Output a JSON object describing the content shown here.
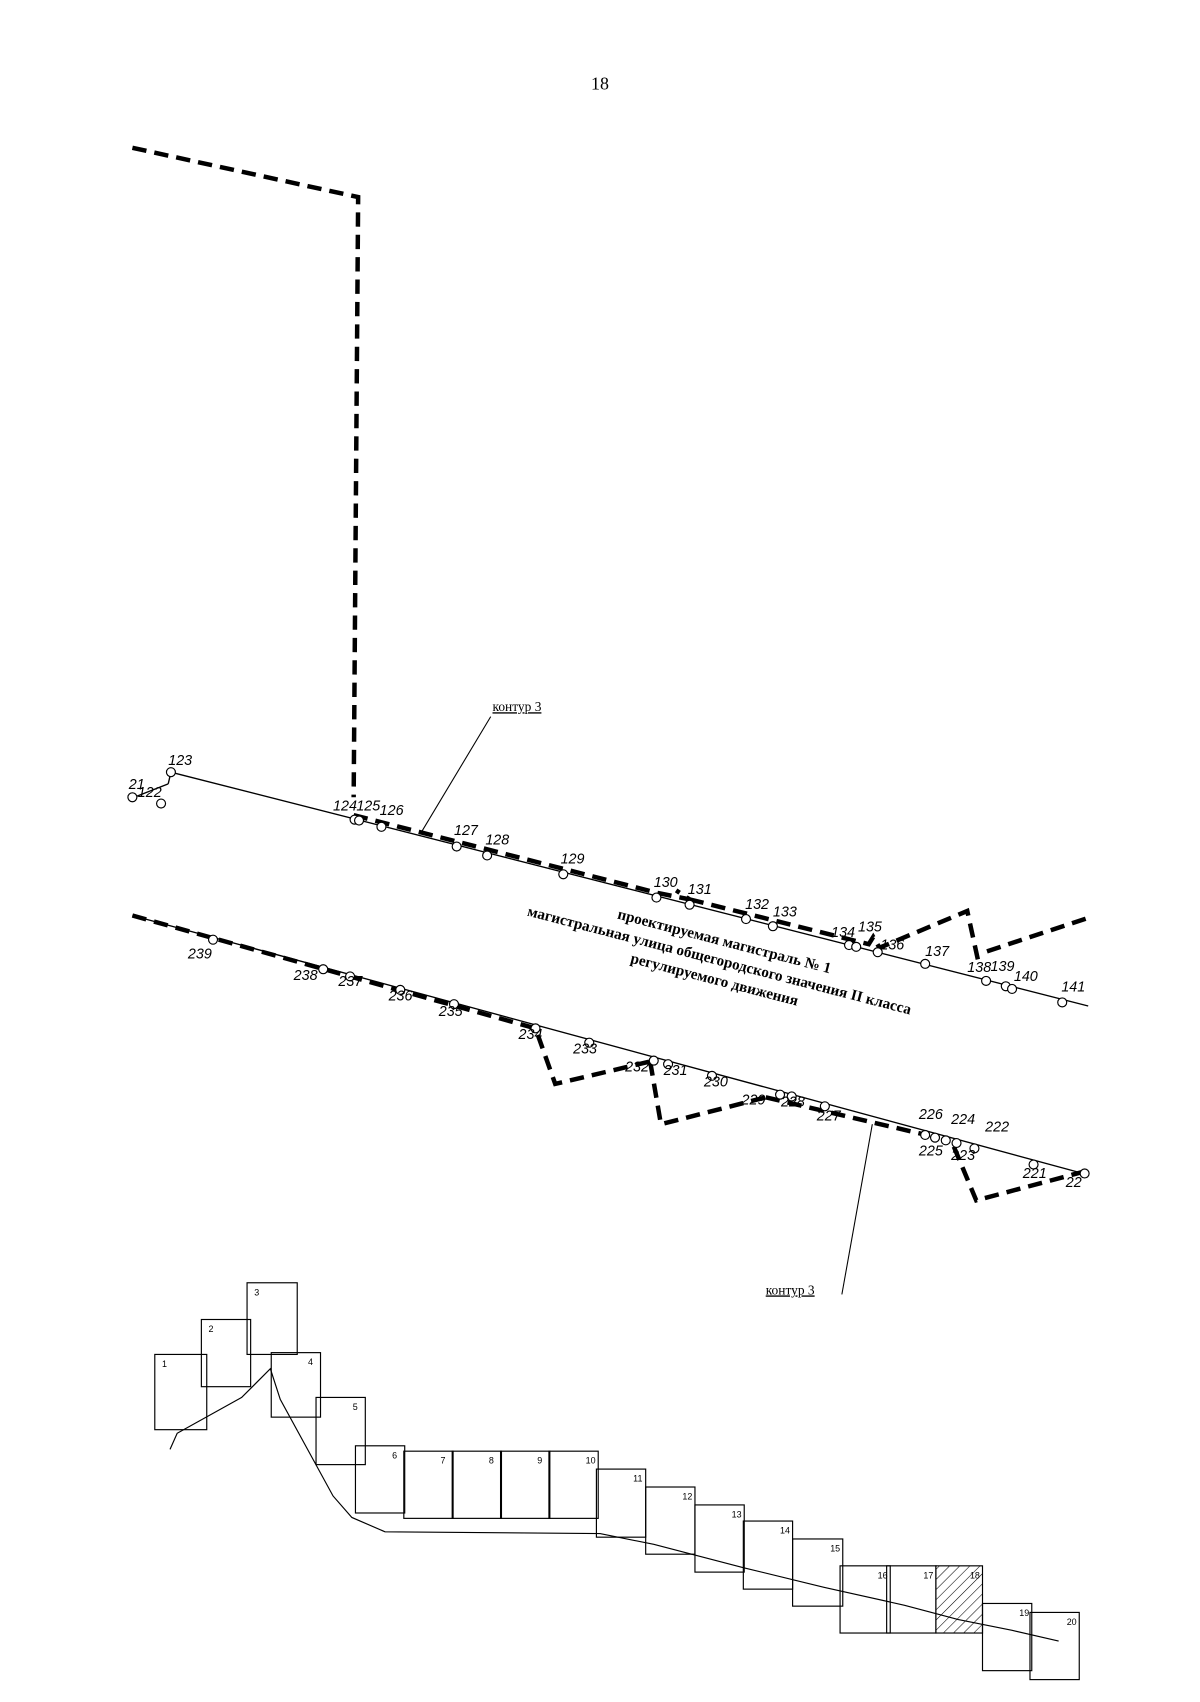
{
  "page_number": "18",
  "contour_label": "контур 3",
  "road_caption": {
    "line1": "проектируемая магистраль № 1",
    "line2": "магистральная улица общегородского значения II класса",
    "line3": "регулируемого движения"
  },
  "north_points": [
    "21",
    "122",
    "123",
    "124",
    "125",
    "126",
    "127",
    "128",
    "129",
    "130",
    "131",
    "132",
    "133",
    "134",
    "135",
    "136",
    "137",
    "138",
    "139",
    "140",
    "141"
  ],
  "south_points": [
    "239",
    "238",
    "237",
    "236",
    "235",
    "234",
    "233",
    "232",
    "231",
    "230",
    "229",
    "228",
    "227",
    "226",
    "224",
    "222",
    "225",
    "223",
    "221",
    "22"
  ],
  "sheets": [
    "1",
    "2",
    "3",
    "4",
    "5",
    "6",
    "7",
    "8",
    "9",
    "10",
    "11",
    "12",
    "13",
    "14",
    "15",
    "16",
    "17",
    "18",
    "19",
    "20"
  ]
}
